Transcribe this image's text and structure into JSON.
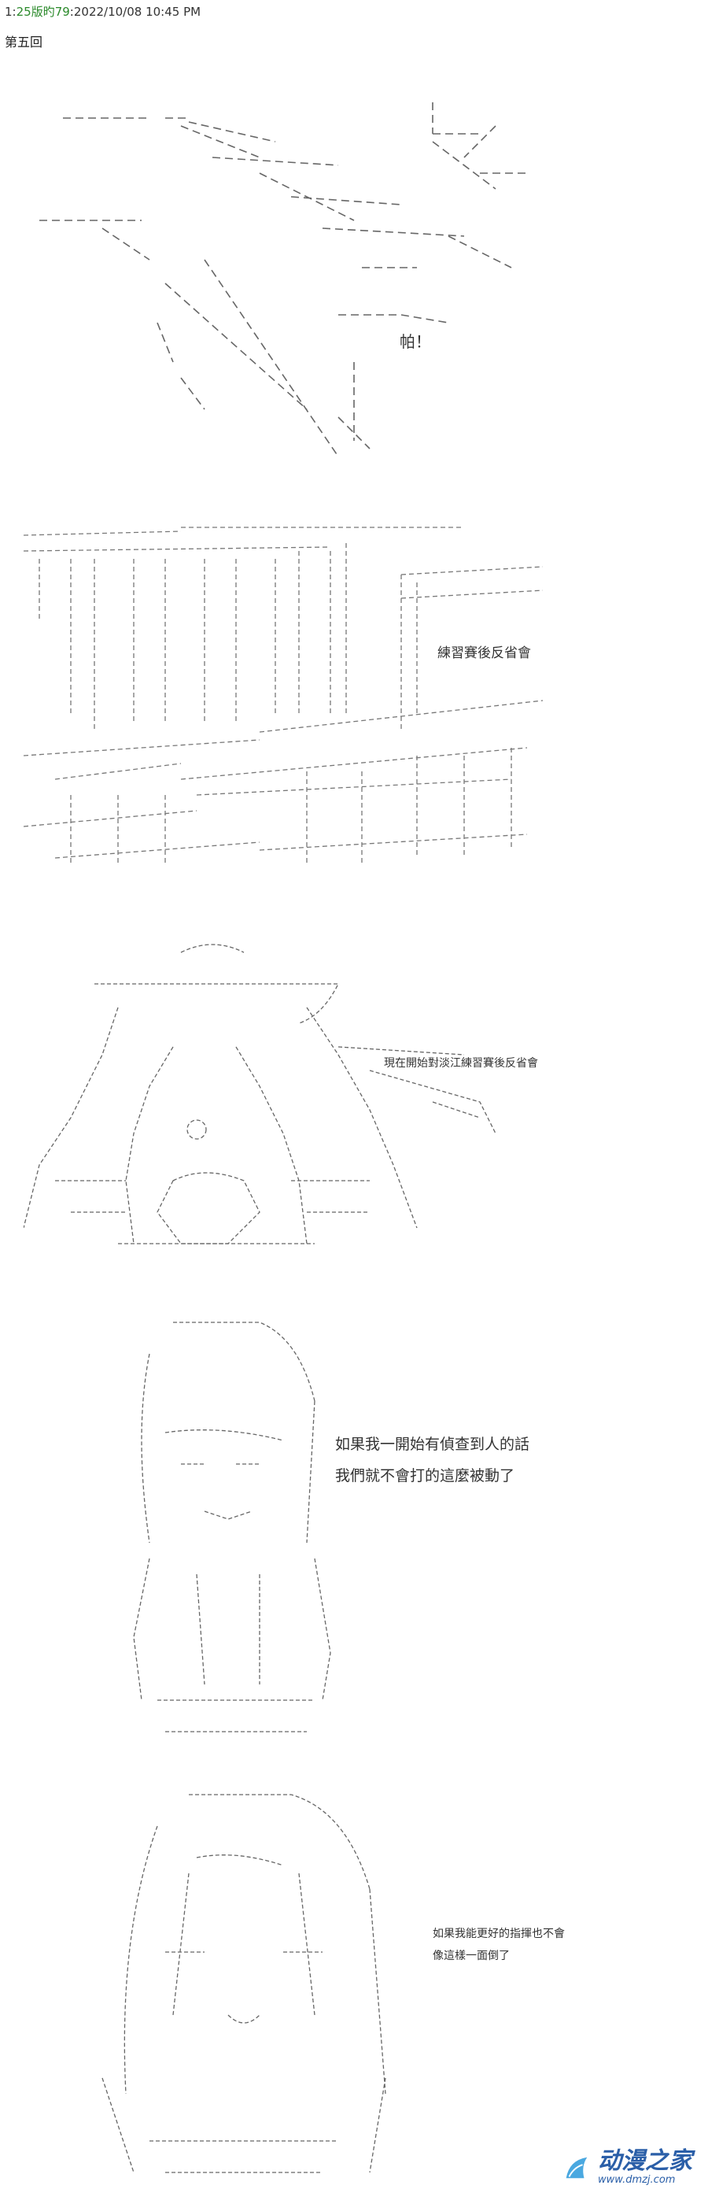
{
  "header": {
    "post_no": "1",
    "separator": ":",
    "author": "25版旳79",
    "timestamp": ":2022/10/08 10:45 PM"
  },
  "chapter_title": "第五回",
  "panels": [
    {
      "dialogue": [
        "帕！"
      ]
    },
    {
      "dialogue": [
        "練習賽後反省會"
      ]
    },
    {
      "dialogue": [
        "現在開始對淡江練習賽後反省會"
      ]
    },
    {
      "dialogue": [
        "如果我一開始有偵查到人的話",
        "我們就不會打的這麼被動了"
      ]
    },
    {
      "dialogue": [
        "如果我能更好的指揮也不會",
        "像這樣一面倒了"
      ]
    }
  ],
  "watermark": {
    "name": "动漫之家",
    "url": "www.dmzj.com",
    "color": "#2b5fa8"
  }
}
